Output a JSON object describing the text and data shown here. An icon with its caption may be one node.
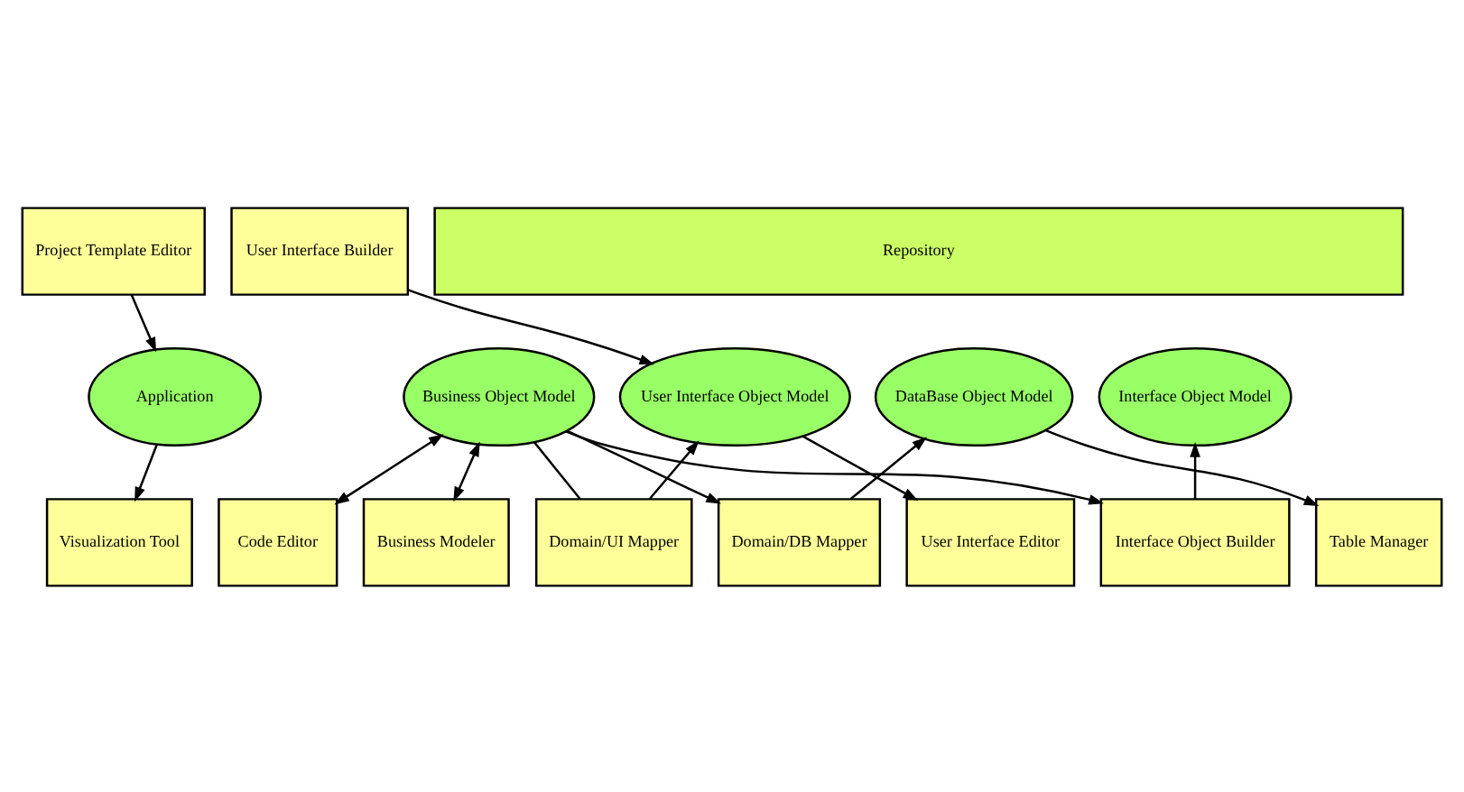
{
  "diagram": {
    "nodes": [
      {
        "text": [
          "Repository"
        ]
      },
      {
        "text": [
          "Application"
        ]
      },
      {
        "text": [
          "Business Object Model"
        ]
      },
      {
        "text": [
          "User Interface Object Model"
        ]
      },
      {
        "text": [
          "DataBase Object Model"
        ]
      },
      {
        "text": [
          "Interface Object Model"
        ]
      },
      {
        "text": [
          "Project Template Editor"
        ]
      },
      {
        "text": [
          "Domain/UI Mapper"
        ]
      },
      {
        "text": [
          "User Interface Builder"
        ]
      },
      {
        "text": [
          "User Interface Editor"
        ]
      },
      {
        "text": [
          "Interface Object Builder"
        ]
      },
      {
        "text": [
          "Visualization Tool"
        ]
      },
      {
        "text": [
          "Code Editor"
        ]
      },
      {
        "text": [
          "Business Modeler"
        ]
      },
      {
        "text": [
          "Domain/DB Mapper"
        ]
      },
      {
        "text": [
          "Table Manager"
        ]
      }
    ],
    "edges": [
      {
        "from": 6,
        "to": 1,
        "arrow": "to"
      },
      {
        "from": 1,
        "to": 11,
        "arrow": "to"
      },
      {
        "from": 2,
        "to": 13,
        "arrow": "both"
      },
      {
        "from": 2,
        "to": 12,
        "arrow": "both"
      },
      {
        "from": 2,
        "to": 14,
        "arrow": "to"
      },
      {
        "from": 2,
        "to": 7,
        "arrow": "none"
      },
      {
        "from": 7,
        "to": 3,
        "arrow": "to"
      },
      {
        "from": 2,
        "to": 10,
        "arrow": "to"
      },
      {
        "from": 8,
        "to": 3,
        "arrow": "to"
      },
      {
        "from": 3,
        "to": 9,
        "arrow": "to"
      },
      {
        "from": 14,
        "to": 4,
        "arrow": "to"
      },
      {
        "from": 4,
        "to": 15,
        "arrow": "to"
      },
      {
        "from": 10,
        "to": 5,
        "arrow": "to"
      }
    ]
  }
}
